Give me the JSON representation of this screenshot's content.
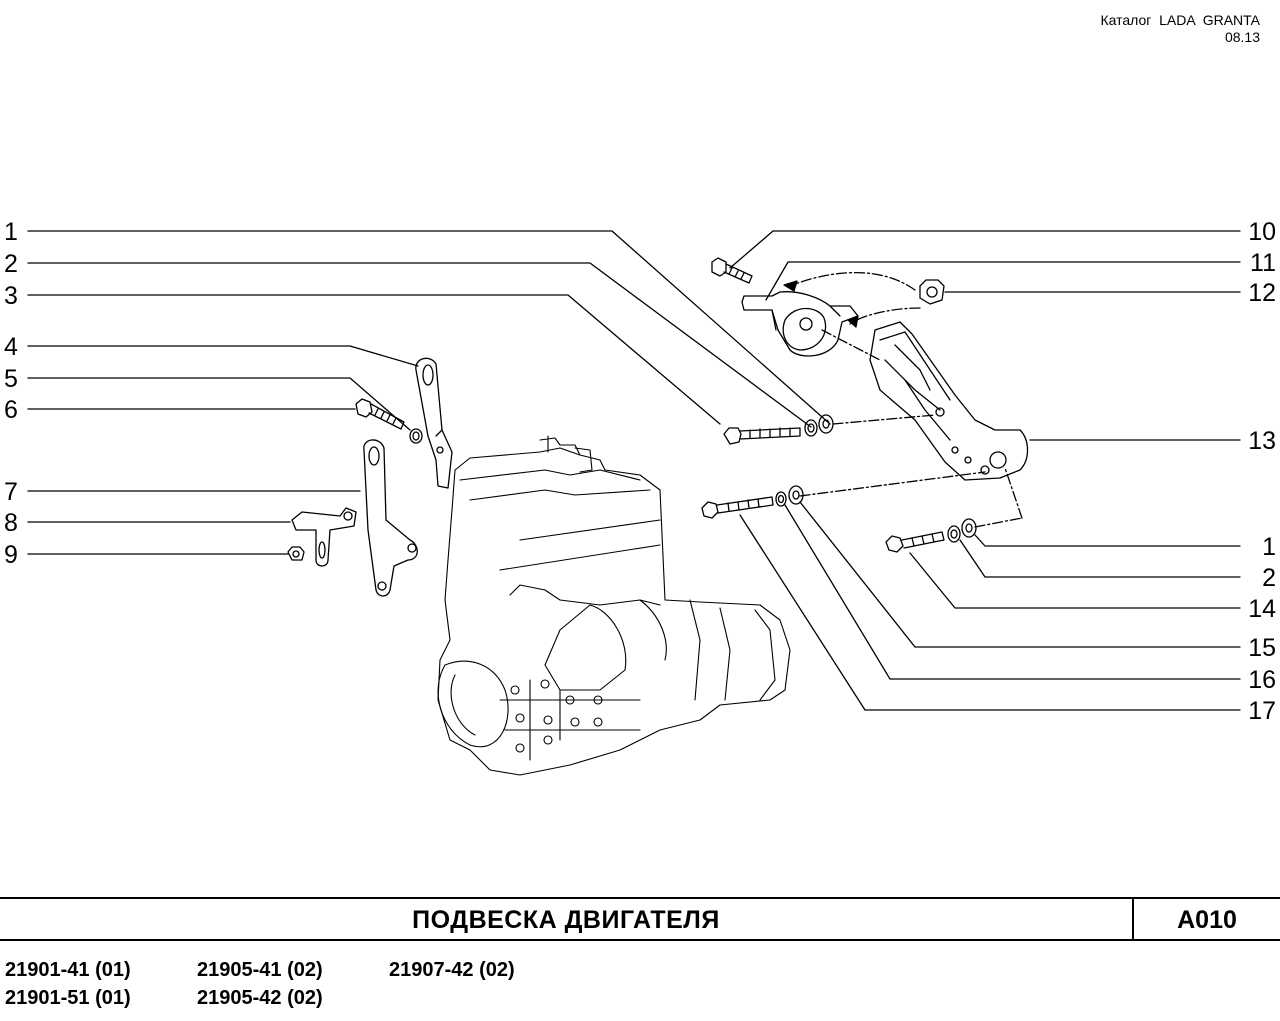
{
  "header": {
    "catalog_label": "Каталог  LADA  GRANTA",
    "date": "08.13"
  },
  "diagram": {
    "callouts_left": [
      "1",
      "2",
      "3",
      "4",
      "5",
      "6",
      "7",
      "8",
      "9"
    ],
    "callouts_right": [
      "10",
      "11",
      "12",
      "13",
      "1",
      "2",
      "14",
      "15",
      "16",
      "17"
    ]
  },
  "footer": {
    "title": "ПОДВЕСКА   ДВИГАТЕЛЯ",
    "code": "A010",
    "models": [
      [
        "21901-41 (01)",
        "21905-41 (02)",
        "21907-42 (02)"
      ],
      [
        "21901-51 (01)",
        "21905-42 (02)",
        ""
      ]
    ]
  }
}
